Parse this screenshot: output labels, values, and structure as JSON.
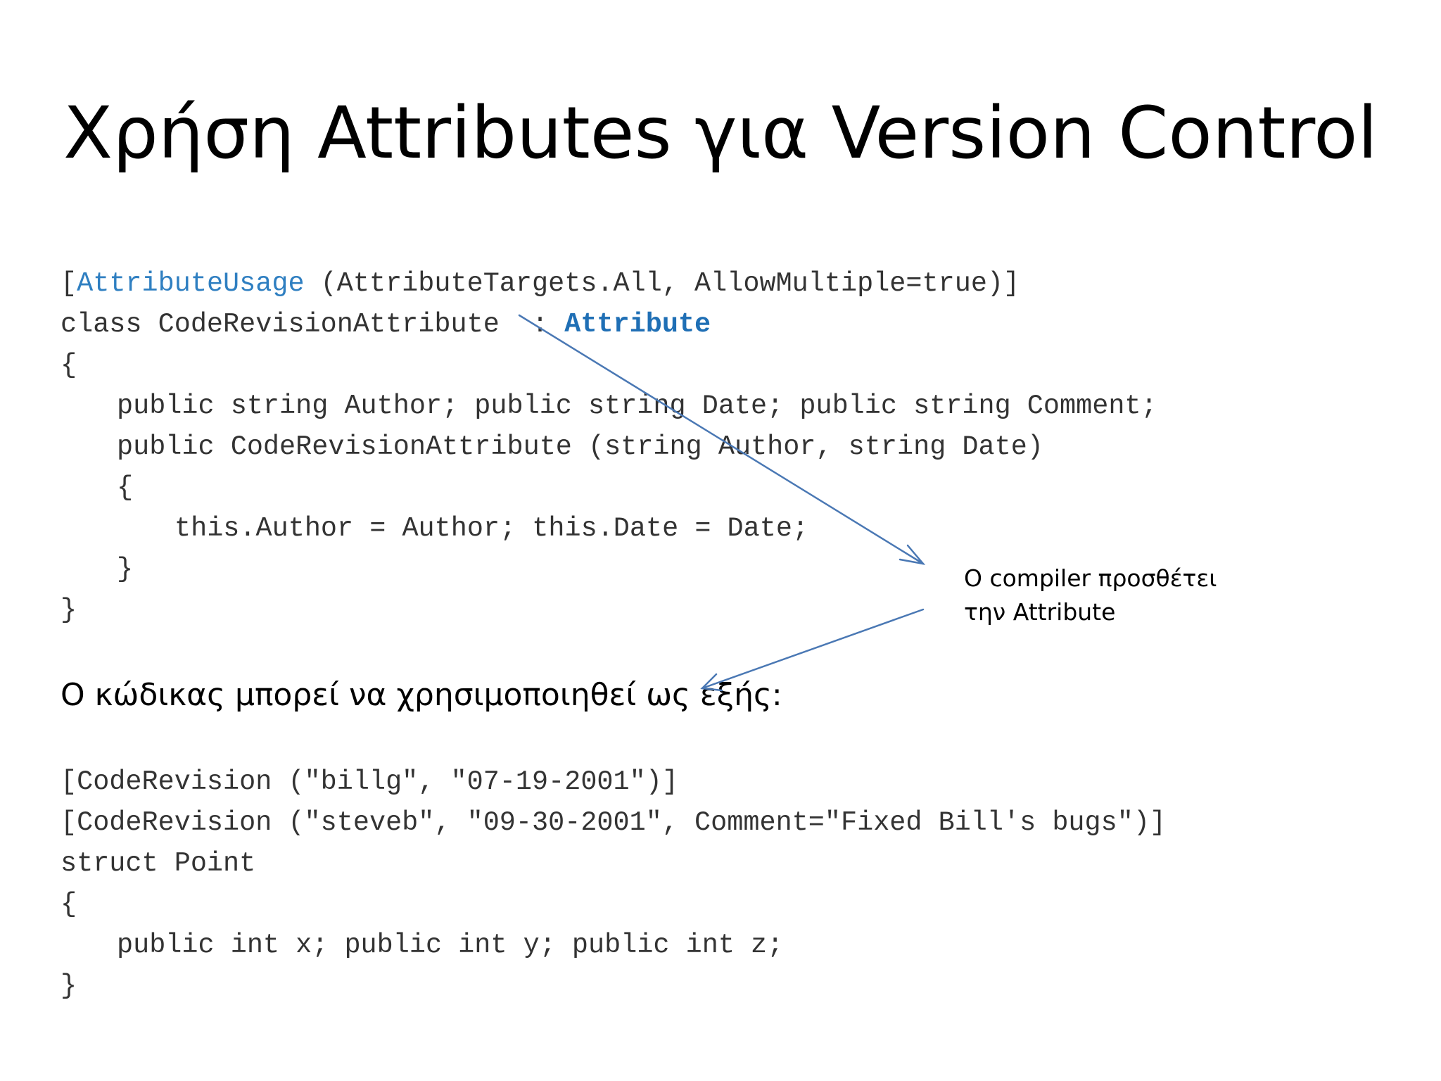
{
  "slide": {
    "title": "Χρήση Attributes για Version Control",
    "code1": {
      "line1_open": "[",
      "line1_attr": "AttributeUsage",
      "line1_rest": " (AttributeTargets.All, AllowMultiple=true)]",
      "line2_start": "class CodeRevisionAttribute  : ",
      "line2_base": "Attribute",
      "line3": "{",
      "line4": "public string Author; public string Date; public string Comment;",
      "line5": "public CodeRevisionAttribute (string Author, string Date)",
      "line6": "{",
      "line7": "this.Author = Author; this.Date = Date;",
      "line8": "}",
      "line9": "}"
    },
    "intro": "Ο κώδικας μπορεί να χρησιμοποιηθεί ως εξής:",
    "callout": {
      "line1": "O compiler προσθέτει",
      "line2": "την Attribute"
    },
    "code2": {
      "line1": "[CodeRevision (\"billg\", \"07-19-2001\")]",
      "line2": "[CodeRevision (\"steveb\", \"09-30-2001\", Comment=\"Fixed Bill's bugs\")]",
      "line3": "struct Point",
      "line4": "{",
      "line5": "public int x; public int y; public int z;",
      "line6": "}"
    },
    "colors": {
      "attribute_keyword": "#2f7fc1",
      "base_class": "#1f6fb5",
      "arrow": "#4a78b4",
      "code_text": "#333333"
    }
  }
}
